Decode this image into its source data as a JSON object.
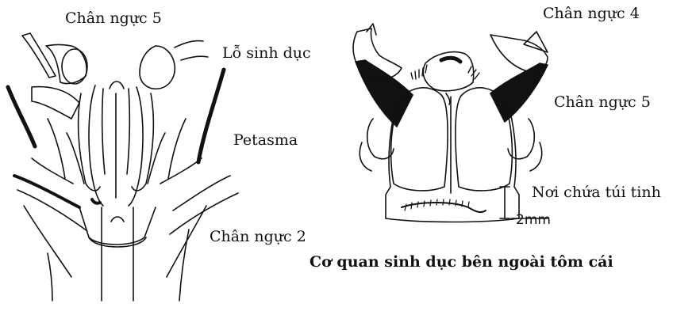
{
  "left_figure": {
    "labels": {
      "leg5": "Chân ngực 5",
      "genital_pore": "Lỗ sinh dục",
      "petasma": "Petasma",
      "leg2": "Chân ngực 2"
    }
  },
  "right_figure": {
    "labels": {
      "leg4": "Chân ngực 4",
      "leg5": "Chân ngực 5",
      "seminal_receptacle": "Nơi chứa túi tinh",
      "scale": "2mm"
    }
  },
  "caption": "Cơ quan sinh dục bên ngoài tôm cái",
  "colors": {
    "ink": "#111111",
    "paper": "#ffffff"
  }
}
